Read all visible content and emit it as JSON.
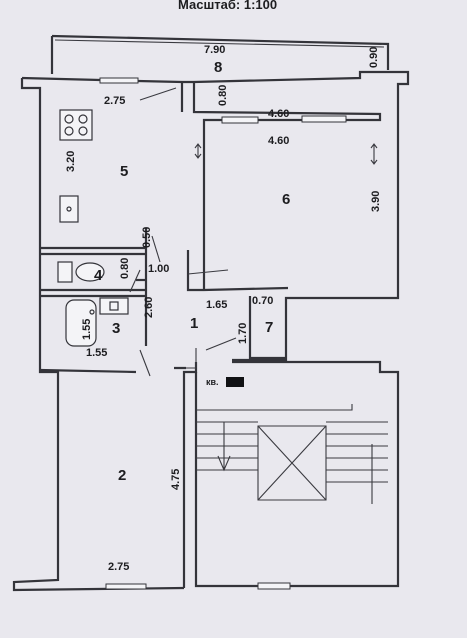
{
  "title": "Масштаб: 1:100",
  "apartment_label": "кв.",
  "rooms": [
    "8",
    "5",
    "6",
    "4",
    "3",
    "1",
    "7",
    "2"
  ],
  "dimensions": [
    "7.90",
    "0.90",
    "2.75",
    "0.80",
    "4.60",
    "4.60",
    "3.20",
    "3.90",
    "0.50",
    "0.80",
    "1.00",
    "2.60",
    "1.65",
    "0.70",
    "1.55",
    "1.70",
    "1.55",
    "4.75",
    "2.75"
  ],
  "colors": {
    "paper": "#e9e8ee",
    "ink": "#34343a",
    "redaction": "#111114"
  }
}
